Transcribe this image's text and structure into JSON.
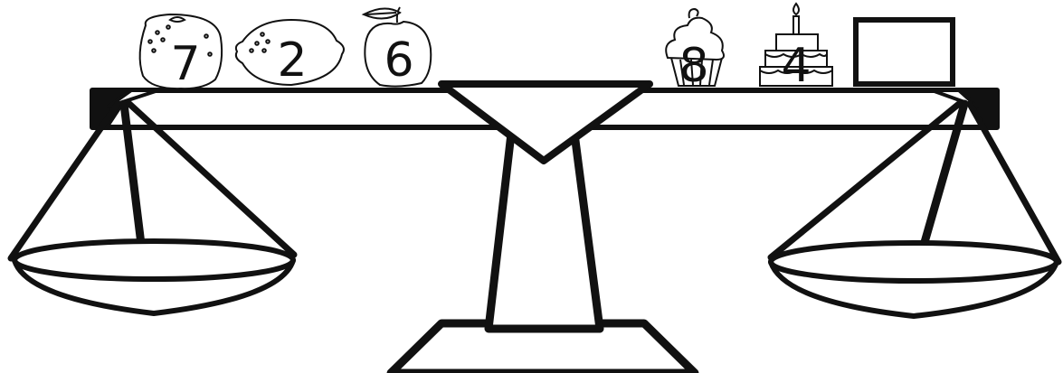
{
  "left_pan": {
    "items": [
      {
        "kind": "orange",
        "icon": "orange-icon",
        "number": "7"
      },
      {
        "kind": "lemon",
        "icon": "lemon-icon",
        "number": "2"
      },
      {
        "kind": "apple",
        "icon": "apple-icon",
        "number": "6"
      }
    ]
  },
  "right_pan": {
    "items": [
      {
        "kind": "cupcake",
        "icon": "cupcake-icon",
        "number": "8"
      },
      {
        "kind": "birthday-cake",
        "icon": "birthday-cake-icon",
        "number": "4"
      },
      {
        "kind": "answer-box",
        "icon": "empty-answer-box",
        "number": ""
      }
    ]
  },
  "colors": {
    "ink": "#111111",
    "paper": "#ffffff"
  }
}
